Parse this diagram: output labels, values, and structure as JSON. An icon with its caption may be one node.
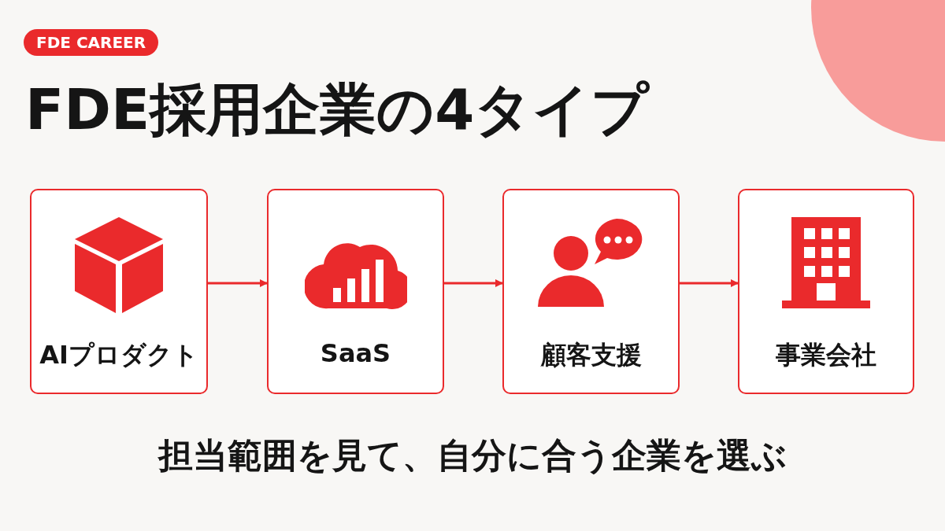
{
  "diagram": {
    "title": "FDE採用企業の4タイプ",
    "caption": "担当範囲を見て、**自分に合う企業を選ぶ**",
    "nodes": [
      {
        "text": [
          "AIプロダクト"
        ]
      },
      {
        "text": [
          "SaaS"
        ]
      },
      {
        "text": [
          "顧客支援"
        ]
      },
      {
        "text": [
          "事業会社"
        ]
      }
    ],
    "edges": [
      {
        "from": 0,
        "to": 1,
        "arrow": "to"
      },
      {
        "from": 1,
        "to": 2,
        "arrow": "to"
      },
      {
        "from": 2,
        "to": 3,
        "arrow": "to"
      }
    ],
    "labels": [
      "FDE CAREER"
    ]
  }
}
